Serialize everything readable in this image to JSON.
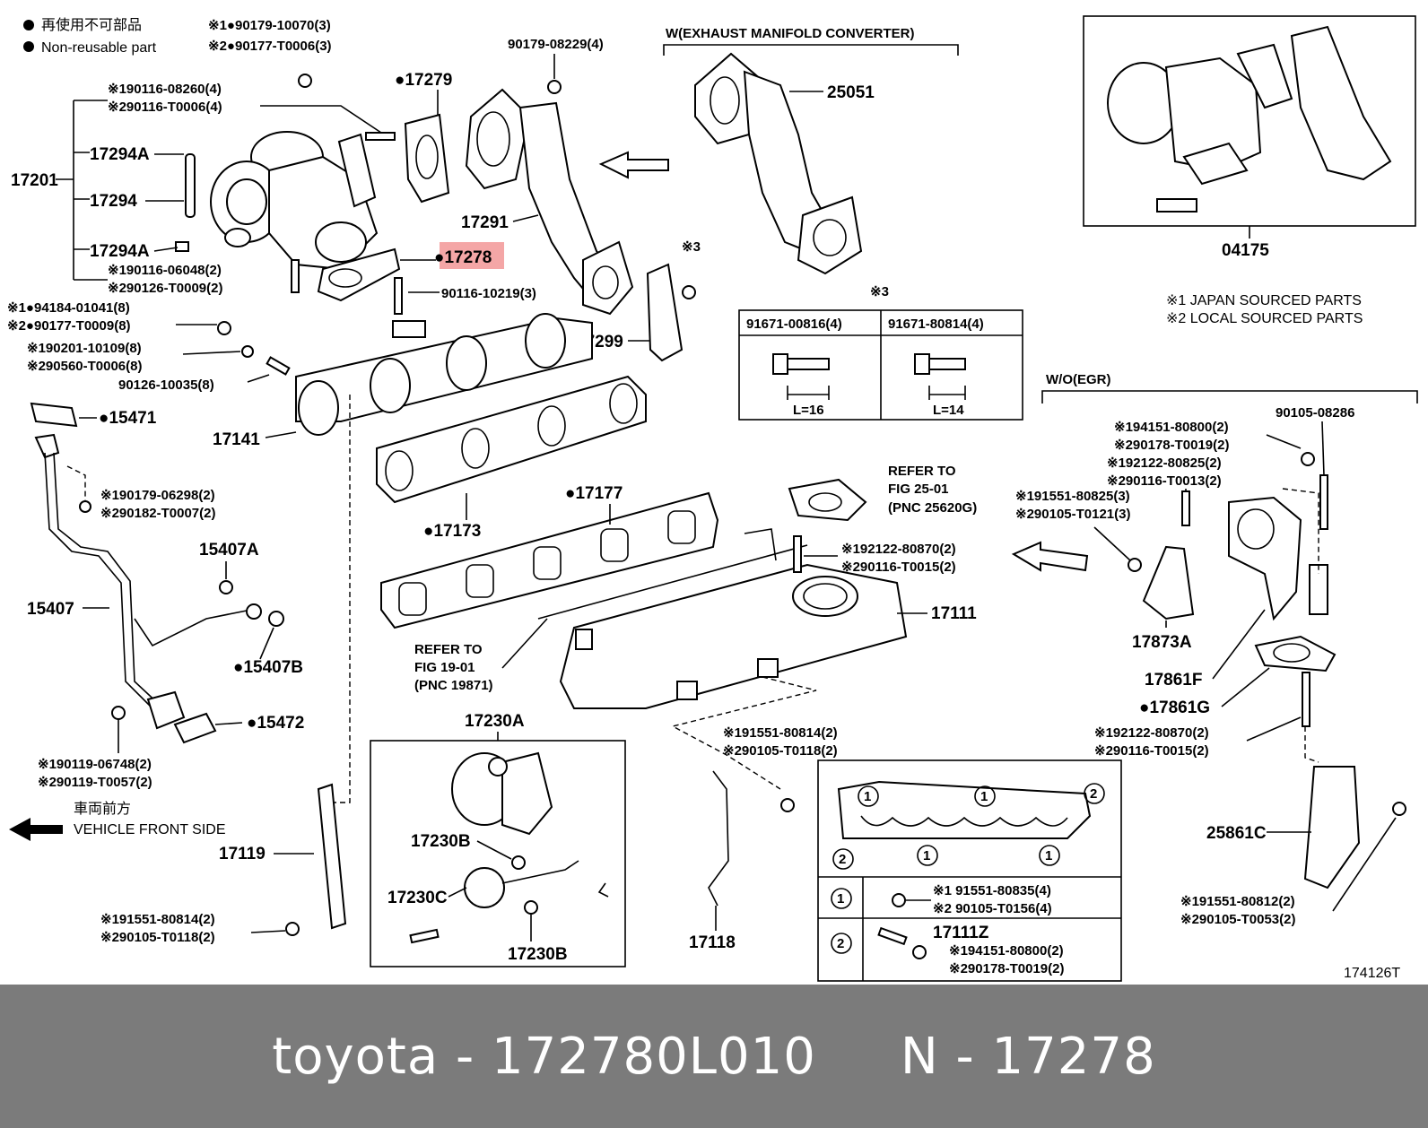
{
  "legend": {
    "nonreusable_jp": "再使用不可部品",
    "nonreusable_en": "Non-reusable part",
    "code1_top": "※1●90179-10070(3)",
    "code2_top": "※2●90177-T0006(3)"
  },
  "sourcing": {
    "japan": "※1 JAPAN SOURCED PARTS",
    "local": "※2 LOCAL SOURCED PARTS"
  },
  "headers": {
    "w_exhaust": "W(EXHAUST MANIFOLD CONVERTER)",
    "wo_egr": "W/O(EGR)",
    "note3": "※3"
  },
  "labels": {
    "p90179_08229": "90179-08229(4)",
    "p17279": "●17279",
    "p25051": "25051",
    "p04175": "04175",
    "p90116_08260": "※190116-08260(4)",
    "p90116_T0006": "※290116-T0006(4)",
    "p17294A_a": "17294A",
    "p17201": "17201",
    "p17294": "17294",
    "p17294A_b": "17294A",
    "p17291": "17291",
    "p17278": "●17278",
    "p90116_06048": "※190116-06048(2)",
    "p90126_T0009": "※290126-T0009(2)",
    "p90116_10219": "90116-10219(3)",
    "p94184_01041": "※1●94184-01041(8)",
    "p90177_T0009": "※2●90177-T0009(8)",
    "p90201_10109": "※190201-10109(8)",
    "p90560_T0006": "※290560-T0006(8)",
    "p90126_10035": "90126-10035(8)",
    "p15471": "●15471",
    "p17141": "17141",
    "p17299": "17299",
    "p3": "※3",
    "bolt1": "91671-00816(4)",
    "bolt2": "91671-80814(4)",
    "l16": "L=16",
    "l14": "L=14",
    "p94151_80800_a": "※194151-80800(2)",
    "p90178_T0019_a": "※290178-T0019(2)",
    "p90105_08286": "90105-08286",
    "p92122_80825": "※192122-80825(2)",
    "p90116_T0013": "※290116-T0013(2)",
    "p91551_80825": "※191551-80825(3)",
    "p90105_T0121": "※290105-T0121(3)",
    "refer25_1": "REFER TO",
    "refer25_2": "FIG 25-01",
    "refer25_3": "(PNC 25620G)",
    "p17177": "●17177",
    "p17173": "●17173",
    "p90179_06298": "※190179-06298(2)",
    "p90182_T0007": "※290182-T0007(2)",
    "p15407A": "15407A",
    "p15407": "15407",
    "p15407B": "●15407B",
    "p15472": "●15472",
    "p92122_80870_a": "※192122-80870(2)",
    "p90116_T0015_a": "※290116-T0015(2)",
    "p17111": "17111",
    "p17873A": "17873A",
    "p17861F": "17861F",
    "p17861G": "●17861G",
    "p92122_80870_b": "※192122-80870(2)",
    "p90116_T0015_b": "※290116-T0015(2)",
    "refer19_1": "REFER TO",
    "refer19_2": "FIG 19-01",
    "refer19_3": "(PNC 19871)",
    "p90119_06748": "※190119-06748(2)",
    "p90119_T0057": "※290119-T0057(2)",
    "front_jp": "車両前方",
    "front_en": "VEHICLE FRONT SIDE",
    "p17230A": "17230A",
    "p17230B_a": "17230B",
    "p17230C": "17230C",
    "p17230B_b": "17230B",
    "p17119": "17119",
    "p91551_80814_a": "※191551-80814(2)",
    "p90105_T0118_a": "※290105-T0118(2)",
    "p91551_80814_b": "※191551-80814(2)",
    "p90105_T0118_b": "※290105-T0118(2)",
    "p17118": "17118",
    "p91551_80835": "※1 91551-80835(4)",
    "p90105_T0156": "※2 90105-T0156(4)",
    "p17111Z": "17111Z",
    "p94151_80800_b": "※194151-80800(2)",
    "p90178_T0019_b": "※290178-T0019(2)",
    "p25861C": "25861C",
    "p91551_80812": "※191551-80812(2)",
    "p90105_T0053": "※290105-T0053(2)",
    "c1": "1",
    "c2": "2",
    "diagram_id": "174126T"
  },
  "caption": "toyota - 172780L010     N - 17278",
  "colors": {
    "highlight": "#f4a6a6",
    "footer": "#7b7b7b"
  }
}
